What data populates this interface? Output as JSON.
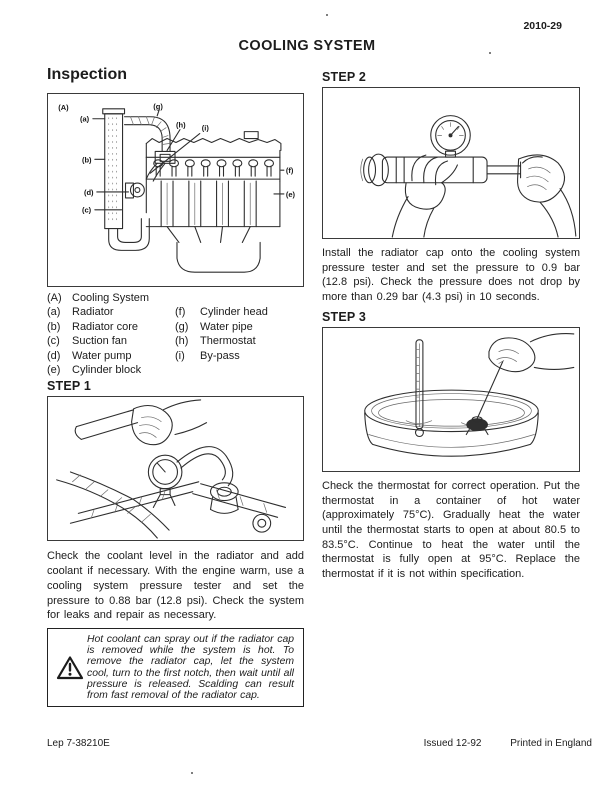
{
  "colors": {
    "ink": "#1c1c1c",
    "paper": "#ffffff"
  },
  "header": {
    "page_number": "2010-29",
    "title": "COOLING SYSTEM"
  },
  "left_column": {
    "section_heading": "Inspection",
    "figure_a": {
      "labels": {
        "A": "(A)",
        "a": "(a)",
        "b": "(b)",
        "c": "(c)",
        "d": "(d)",
        "e": "(e)",
        "f": "(f)",
        "g": "(g)",
        "h": "(h)",
        "i": "(i)"
      }
    },
    "parts_list": {
      "title_item": {
        "key": "(A)",
        "label": "Cooling System"
      },
      "left_items": [
        {
          "key": "(a)",
          "label": "Radiator"
        },
        {
          "key": "(b)",
          "label": "Radiator core"
        },
        {
          "key": "(c)",
          "label": "Suction fan"
        },
        {
          "key": "(d)",
          "label": "Water pump"
        },
        {
          "key": "(e)",
          "label": "Cylinder block"
        }
      ],
      "right_items": [
        {
          "key": "(f)",
          "label": "Cylinder head"
        },
        {
          "key": "(g)",
          "label": "Water pipe"
        },
        {
          "key": "(h)",
          "label": "Thermostat"
        },
        {
          "key": "(i)",
          "label": "By-pass"
        }
      ]
    },
    "step1": {
      "heading": "STEP 1",
      "body": "Check the coolant level in the radiator and add coolant if necessary.  With the engine warm, use a cooling system pressure tester and set the pressure to 0.88 bar (12.8 psi).  Check the system for leaks and repair as necessary."
    },
    "warning": {
      "icon": "warning-triangle",
      "text": "Hot coolant can spray out if the radiator cap is removed while the system is hot.  To remove the radiator cap, let the system cool, turn to the first notch, then wait until all pressure is released. Scalding can result from fast removal of the radiator cap."
    }
  },
  "right_column": {
    "step2": {
      "heading": "STEP 2",
      "body": "Install the radiator cap onto the cooling system pressure tester and set the pressure to 0.9 bar (12.8 psi).  Check the pressure does not drop by more than 0.29 bar (4.3 psi) in 10 seconds."
    },
    "step3": {
      "heading": "STEP 3",
      "body": "Check the thermostat for correct operation. Put the thermostat in a container of hot water (approximately 75°C). Gradually heat the water until the thermostat starts to open at about 80.5 to 83.5°C. Continue to heat the water until the thermostat is fully open at 95°C. Replace the thermostat if it is not within specification."
    }
  },
  "footer": {
    "left": "Lep 7-38210E",
    "issued": "Issued 12-92",
    "printed": "Printed in England"
  }
}
